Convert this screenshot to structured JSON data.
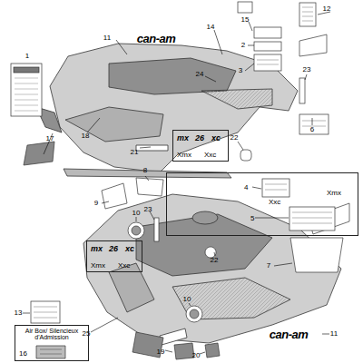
{
  "diagram": {
    "nodes": [
      {
        "text": [
          "mx",
          "26",
          "xc",
          "Xmx",
          "Xxc"
        ]
      },
      {
        "text": [
          "4",
          "Xmx",
          "Xxc",
          "5"
        ]
      },
      {
        "text": [
          "mx",
          "26",
          "xc",
          "Xmx",
          "Xxc"
        ]
      },
      {
        "text": [
          "Air Box/ Silencieux d'Admission",
          "16"
        ]
      }
    ],
    "labels": [
      "1",
      "2",
      "3",
      "6",
      "11",
      "can-am",
      "12",
      "14",
      "15",
      "17",
      "18",
      "21",
      "22",
      "23",
      "24",
      "7",
      "8",
      "9",
      "10",
      "10",
      "11",
      "can-am",
      "13",
      "19",
      "20",
      "22",
      "23",
      "25"
    ]
  }
}
